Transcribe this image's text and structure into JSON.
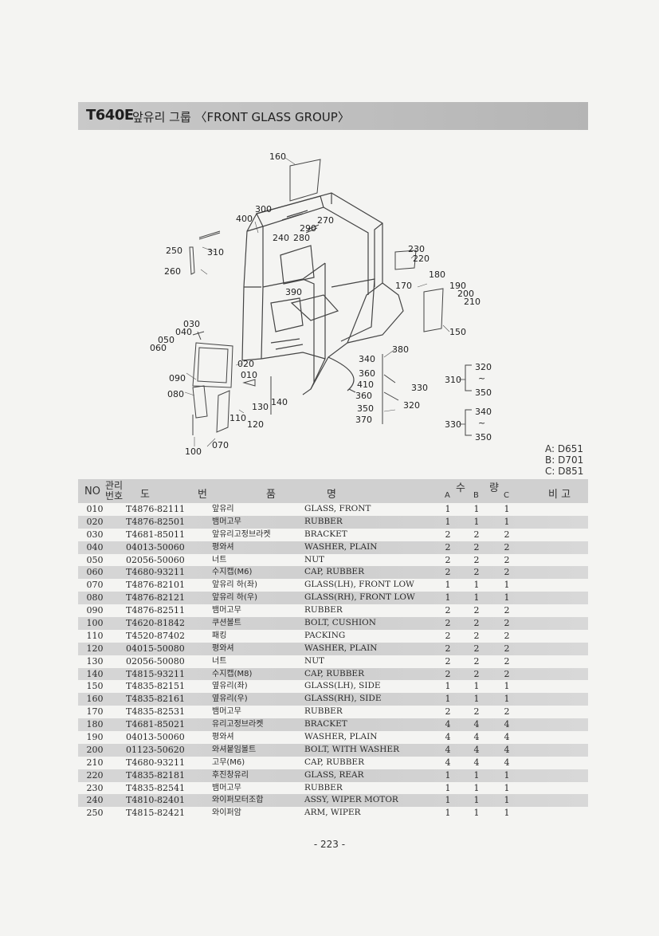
{
  "header": {
    "model": "T640E",
    "name": "앞유리 그룹 〈FRONT GLASS GROUP〉"
  },
  "diagram": {
    "callouts": [
      "160",
      "300",
      "400",
      "270",
      "290",
      "240",
      "280",
      "250",
      "310",
      "260",
      "390",
      "230",
      "220",
      "180",
      "170",
      "190",
      "200",
      "210",
      "150",
      "030",
      "040",
      "050",
      "060",
      "380",
      "340",
      "020",
      "360",
      "010",
      "410",
      "330",
      "090",
      "360",
      "320",
      "080",
      "130",
      "140",
      "350",
      "110",
      "120",
      "370",
      "070",
      "100"
    ],
    "group_310": {
      "ref": "310",
      "from": "320",
      "to": "350",
      "tilde": "~"
    },
    "group_330": {
      "ref": "330",
      "from": "340",
      "to": "350",
      "tilde": "~"
    }
  },
  "codes": {
    "a": "A: D651",
    "b": "B: D701",
    "c": "C: D851"
  },
  "table": {
    "headers": {
      "no": "NO",
      "mgmt_top": "관리",
      "mgmt_bottom": "번호",
      "drawing_1": "도",
      "drawing_2": "번",
      "name_1": "품",
      "name_2": "명",
      "qty_1": "수",
      "qty_2": "량",
      "a": "A",
      "b": "B",
      "c": "C",
      "remark": "비 고"
    },
    "rows": [
      {
        "no": "010",
        "part": "T4876-82111",
        "kr": "앞유리",
        "en": "GLASS, FRONT",
        "a": "1",
        "b": "1",
        "c": "1"
      },
      {
        "no": "020",
        "part": "T4876-82501",
        "kr": "뱀머고무",
        "en": "RUBBER",
        "a": "1",
        "b": "1",
        "c": "1"
      },
      {
        "no": "030",
        "part": "T4681-85011",
        "kr": "앞유리고정브라켓",
        "en": "BRACKET",
        "a": "2",
        "b": "2",
        "c": "2"
      },
      {
        "no": "040",
        "part": "04013-50060",
        "kr": "평와셔",
        "en": "WASHER, PLAIN",
        "a": "2",
        "b": "2",
        "c": "2"
      },
      {
        "no": "050",
        "part": "02056-50060",
        "kr": "너트",
        "en": "NUT",
        "a": "2",
        "b": "2",
        "c": "2"
      },
      {
        "no": "060",
        "part": "T4680-93211",
        "kr": "수지캡(M6)",
        "en": "CAP, RUBBER",
        "a": "2",
        "b": "2",
        "c": "2"
      },
      {
        "no": "070",
        "part": "T4876-82101",
        "kr": "앞유리 하(좌)",
        "en": "GLASS(LH), FRONT LOW",
        "a": "1",
        "b": "1",
        "c": "1"
      },
      {
        "no": "080",
        "part": "T4876-82121",
        "kr": "앞유리 하(우)",
        "en": "GLASS(RH), FRONT LOW",
        "a": "1",
        "b": "1",
        "c": "1"
      },
      {
        "no": "090",
        "part": "T4876-82511",
        "kr": "뱀머고무",
        "en": "RUBBER",
        "a": "2",
        "b": "2",
        "c": "2"
      },
      {
        "no": "100",
        "part": "T4620-81842",
        "kr": "쿠션볼트",
        "en": "BOLT, CUSHION",
        "a": "2",
        "b": "2",
        "c": "2"
      },
      {
        "no": "110",
        "part": "T4520-87402",
        "kr": "패킹",
        "en": "PACKING",
        "a": "2",
        "b": "2",
        "c": "2"
      },
      {
        "no": "120",
        "part": "04015-50080",
        "kr": "평와셔",
        "en": "WASHER, PLAIN",
        "a": "2",
        "b": "2",
        "c": "2"
      },
      {
        "no": "130",
        "part": "02056-50080",
        "kr": "너트",
        "en": "NUT",
        "a": "2",
        "b": "2",
        "c": "2"
      },
      {
        "no": "140",
        "part": "T4815-93211",
        "kr": "수지캡(M8)",
        "en": "CAP, RUBBER",
        "a": "2",
        "b": "2",
        "c": "2"
      },
      {
        "no": "150",
        "part": "T4835-82151",
        "kr": "옆유리(좌)",
        "en": "GLASS(LH), SIDE",
        "a": "1",
        "b": "1",
        "c": "1"
      },
      {
        "no": "160",
        "part": "T4835-82161",
        "kr": "옆유리(우)",
        "en": "GLASS(RH), SIDE",
        "a": "1",
        "b": "1",
        "c": "1"
      },
      {
        "no": "170",
        "part": "T4835-82531",
        "kr": "뱀머고무",
        "en": "RUBBER",
        "a": "2",
        "b": "2",
        "c": "2"
      },
      {
        "no": "180",
        "part": "T4681-85021",
        "kr": "유리고정브라켓",
        "en": "BRACKET",
        "a": "4",
        "b": "4",
        "c": "4"
      },
      {
        "no": "190",
        "part": "04013-50060",
        "kr": "평와셔",
        "en": "WASHER, PLAIN",
        "a": "4",
        "b": "4",
        "c": "4"
      },
      {
        "no": "200",
        "part": "01123-50620",
        "kr": "와셔붙임볼트",
        "en": "BOLT, WITH WASHER",
        "a": "4",
        "b": "4",
        "c": "4"
      },
      {
        "no": "210",
        "part": "T4680-93211",
        "kr": "고무(M6)",
        "en": "CAP, RUBBER",
        "a": "4",
        "b": "4",
        "c": "4"
      },
      {
        "no": "220",
        "part": "T4835-82181",
        "kr": "후진창유리",
        "en": "GLASS, REAR",
        "a": "1",
        "b": "1",
        "c": "1"
      },
      {
        "no": "230",
        "part": "T4835-82541",
        "kr": "뱀머고무",
        "en": "RUBBER",
        "a": "1",
        "b": "1",
        "c": "1"
      },
      {
        "no": "240",
        "part": "T4810-82401",
        "kr": "와이퍼모터조합",
        "en": "ASSY, WIPER MOTOR",
        "a": "1",
        "b": "1",
        "c": "1"
      },
      {
        "no": "250",
        "part": "T4815-82421",
        "kr": "와이퍼암",
        "en": "ARM, WIPER",
        "a": "1",
        "b": "1",
        "c": "1"
      }
    ]
  },
  "footer": {
    "page": "- 223 -"
  }
}
